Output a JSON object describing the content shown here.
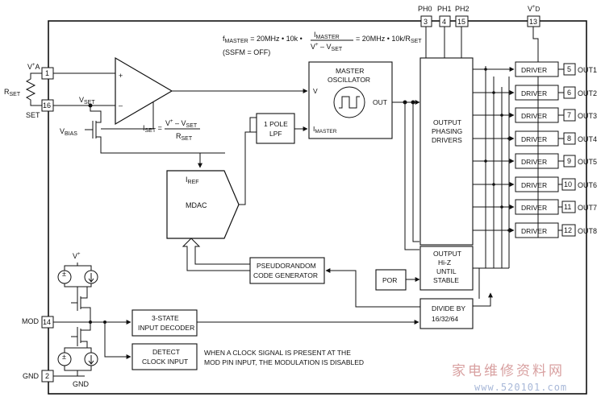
{
  "formula": {
    "line1_left": "f",
    "line1_left_sub": "MASTER",
    "line1_mid": "= 20MHz • 10k •",
    "frac_num": "I",
    "frac_num_sub": "MASTER",
    "frac_den": "V",
    "frac_den_sup": "+",
    "frac_den_rest": " – V",
    "frac_den_sub": "SET",
    "line1_right": "= 20MHz • 10k/R",
    "line1_right_sub": "SET",
    "line2": "(SSFM = OFF)"
  },
  "iset_formula": {
    "left": "I",
    "left_sub": "SET",
    "eq": "=",
    "num": "V",
    "num_sup": "+",
    "num_rest": " – V",
    "num_sub": "SET",
    "den": "R",
    "den_sub": "SET"
  },
  "pins": {
    "top": [
      {
        "label": "PH0",
        "num": "3"
      },
      {
        "label": "PH1",
        "num": "4"
      },
      {
        "label": "PH2",
        "num": "15"
      },
      {
        "label": "V",
        "sup": "+",
        "sub": "D",
        "num": "13"
      }
    ],
    "left": [
      {
        "label": "V",
        "sup": "+",
        "sub": "A",
        "num": "1"
      },
      {
        "label": "SET",
        "num": "16"
      },
      {
        "label": "MOD",
        "num": "14"
      },
      {
        "label": "GND",
        "num": "2"
      }
    ],
    "outputs": [
      {
        "driver": "DRIVER",
        "num": "5",
        "label": "OUT1"
      },
      {
        "driver": "DRIVER",
        "num": "6",
        "label": "OUT2"
      },
      {
        "driver": "DRIVER",
        "num": "7",
        "label": "OUT3"
      },
      {
        "driver": "DRIVER",
        "num": "8",
        "label": "OUT4"
      },
      {
        "driver": "DRIVER",
        "num": "9",
        "label": "OUT5"
      },
      {
        "driver": "DRIVER",
        "num": "10",
        "label": "OUT6"
      },
      {
        "driver": "DRIVER",
        "num": "11",
        "label": "OUT7"
      },
      {
        "driver": "DRIVER",
        "num": "12",
        "label": "OUT8"
      }
    ]
  },
  "labels": {
    "rset": "R",
    "rset_sub": "SET",
    "vset": "V",
    "vset_sub": "SET",
    "vbias": "V",
    "vbias_sub": "BIAS",
    "plus": "+",
    "minus": "–",
    "vplus_top": "V",
    "vplus_top_sup": "+",
    "gnd_bottom": "GND"
  },
  "blocks": {
    "oscillator": {
      "line1": "MASTER",
      "line2": "OSCILLATOR",
      "in_v": "V",
      "in_i": "I",
      "in_i_sub": "MASTER",
      "out": "OUT"
    },
    "lpf": {
      "line1": "1 POLE",
      "line2": "LPF"
    },
    "mdac": {
      "label": "MDAC",
      "iref": "I",
      "iref_sub": "REF"
    },
    "phasing": {
      "line1": "OUTPUT",
      "line2": "PHASING",
      "line3": "DRIVERS"
    },
    "hiz": {
      "line1": "OUTPUT",
      "line2": "Hi-Z",
      "line3": "UNTIL",
      "line4": "STABLE"
    },
    "por": {
      "label": "POR"
    },
    "prng": {
      "line1": "PSEUDORANDOM",
      "line2": "CODE GENERATOR"
    },
    "divide": {
      "line1": "DIVIDE BY",
      "line2": "16/32/64"
    },
    "tristate": {
      "line1": "3-STATE",
      "line2": "INPUT DECODER"
    },
    "detect": {
      "line1": "DETECT",
      "line2": "CLOCK INPUT"
    }
  },
  "note": {
    "line1": "WHEN A CLOCK SIGNAL IS PRESENT AT THE",
    "line2": "MOD PIN INPUT, THE MODULATION IS DISABLED"
  },
  "watermark": {
    "cn": "家电维修资料网",
    "url": "www.520101.com"
  },
  "colors": {
    "line": "#111111",
    "watermark_red": "#d8a0a0",
    "watermark_blue": "#a8b8d8"
  }
}
